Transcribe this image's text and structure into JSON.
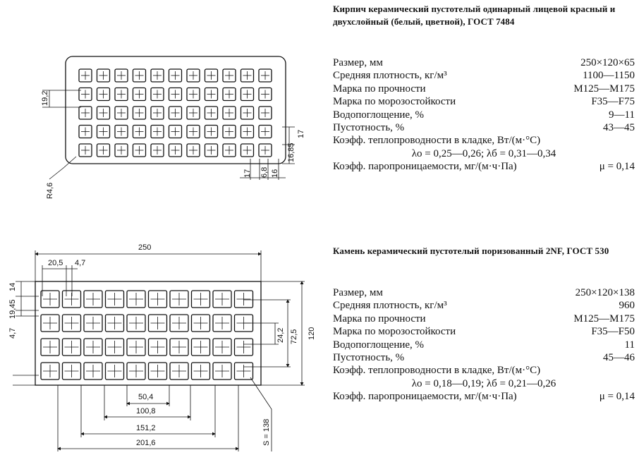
{
  "brick": {
    "title": "Кирпич керамический пустотелый одинарный лицевой красный и двухслойный (белый, цветной), ГОСТ 7484",
    "specs": [
      {
        "label": "Размер, мм",
        "value": "250×120×65"
      },
      {
        "label": "Средняя плотность, кг/м³",
        "value": "1100—1150"
      },
      {
        "label": "Марка по прочности",
        "value": "М125—М175"
      },
      {
        "label": "Марка по морозостойкости",
        "value": "F35—F75"
      },
      {
        "label": "Водопоглощение, %",
        "value": "9—11"
      },
      {
        "label": "Пустотность, %",
        "value": "43—45"
      }
    ],
    "conductivity_label": "Коэфф. теплопроводности в кладке, Вт/(м·°С)",
    "conductivity_values": "λо = 0,25—0,26; λб = 0,31—0,34",
    "vapor_label": "Коэфф. паропроницаемости, мг/(м·ч·Па)",
    "vapor_value": "μ = 0,14",
    "drawing_labels": {
      "d192": "19,2",
      "r46": "R4,6",
      "d17a": "17",
      "d68": "6,8",
      "d16": "16",
      "d1685": "16,85",
      "d17b": "17"
    }
  },
  "stone": {
    "title": "Камень керамический пустотелый поризованный 2NF, ГОСТ 530",
    "specs": [
      {
        "label": "Размер, мм",
        "value": "250×120×138"
      },
      {
        "label": "Средняя плотность, кг/м³",
        "value": "960"
      },
      {
        "label": "Марка по прочности",
        "value": "М125—М175"
      },
      {
        "label": "Марка по морозостойкости",
        "value": "F35—F50"
      },
      {
        "label": "Водопоглощение, %",
        "value": "11"
      },
      {
        "label": "Пустотность, %",
        "value": "45—46"
      }
    ],
    "conductivity_label": "Коэфф. теплопроводности в кладке, Вт/(м·°С)",
    "conductivity_values": "λо = 0,18—0,19; λб = 0,21—0,26",
    "vapor_label": "Коэфф. паропроницаемости, мг/(м·ч·Па)",
    "vapor_value": "μ = 0,14",
    "drawing_labels": {
      "d250": "250",
      "d205": "20,5",
      "d47top": "4,7",
      "d14": "14",
      "d1945": "19,45",
      "d47left": "4,7",
      "d242": "24,2",
      "d725": "72,5",
      "d120": "120",
      "d504": "50,4",
      "d1008": "100,8",
      "d1512": "151,2",
      "d2016": "201,6",
      "s138": "S = 138"
    }
  }
}
